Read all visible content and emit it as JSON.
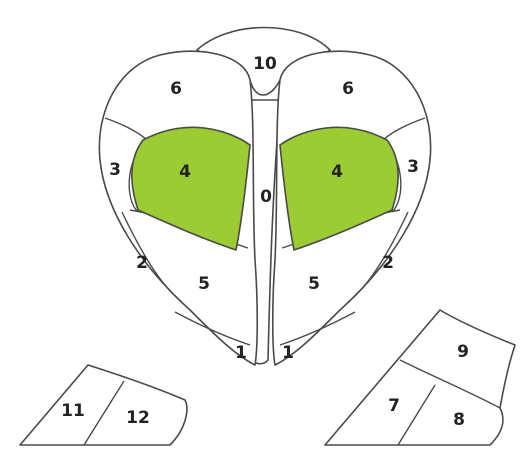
{
  "colors": {
    "highlight": "#9bcc33",
    "outline": "#4a4a4a",
    "label": "#222222",
    "background": "#ffffff"
  },
  "labels": {
    "zone_0": "0",
    "zone_1_left": "1",
    "zone_1_right": "1",
    "zone_2_left": "2",
    "zone_2_right": "2",
    "zone_3_left": "3",
    "zone_3_right": "3",
    "zone_4_left": "4",
    "zone_4_right": "4",
    "zone_5_left": "5",
    "zone_5_right": "5",
    "zone_6_left": "6",
    "zone_6_right": "6",
    "zone_7": "7",
    "zone_8": "8",
    "zone_9": "9",
    "zone_10": "10",
    "zone_11": "11",
    "zone_12": "12"
  }
}
